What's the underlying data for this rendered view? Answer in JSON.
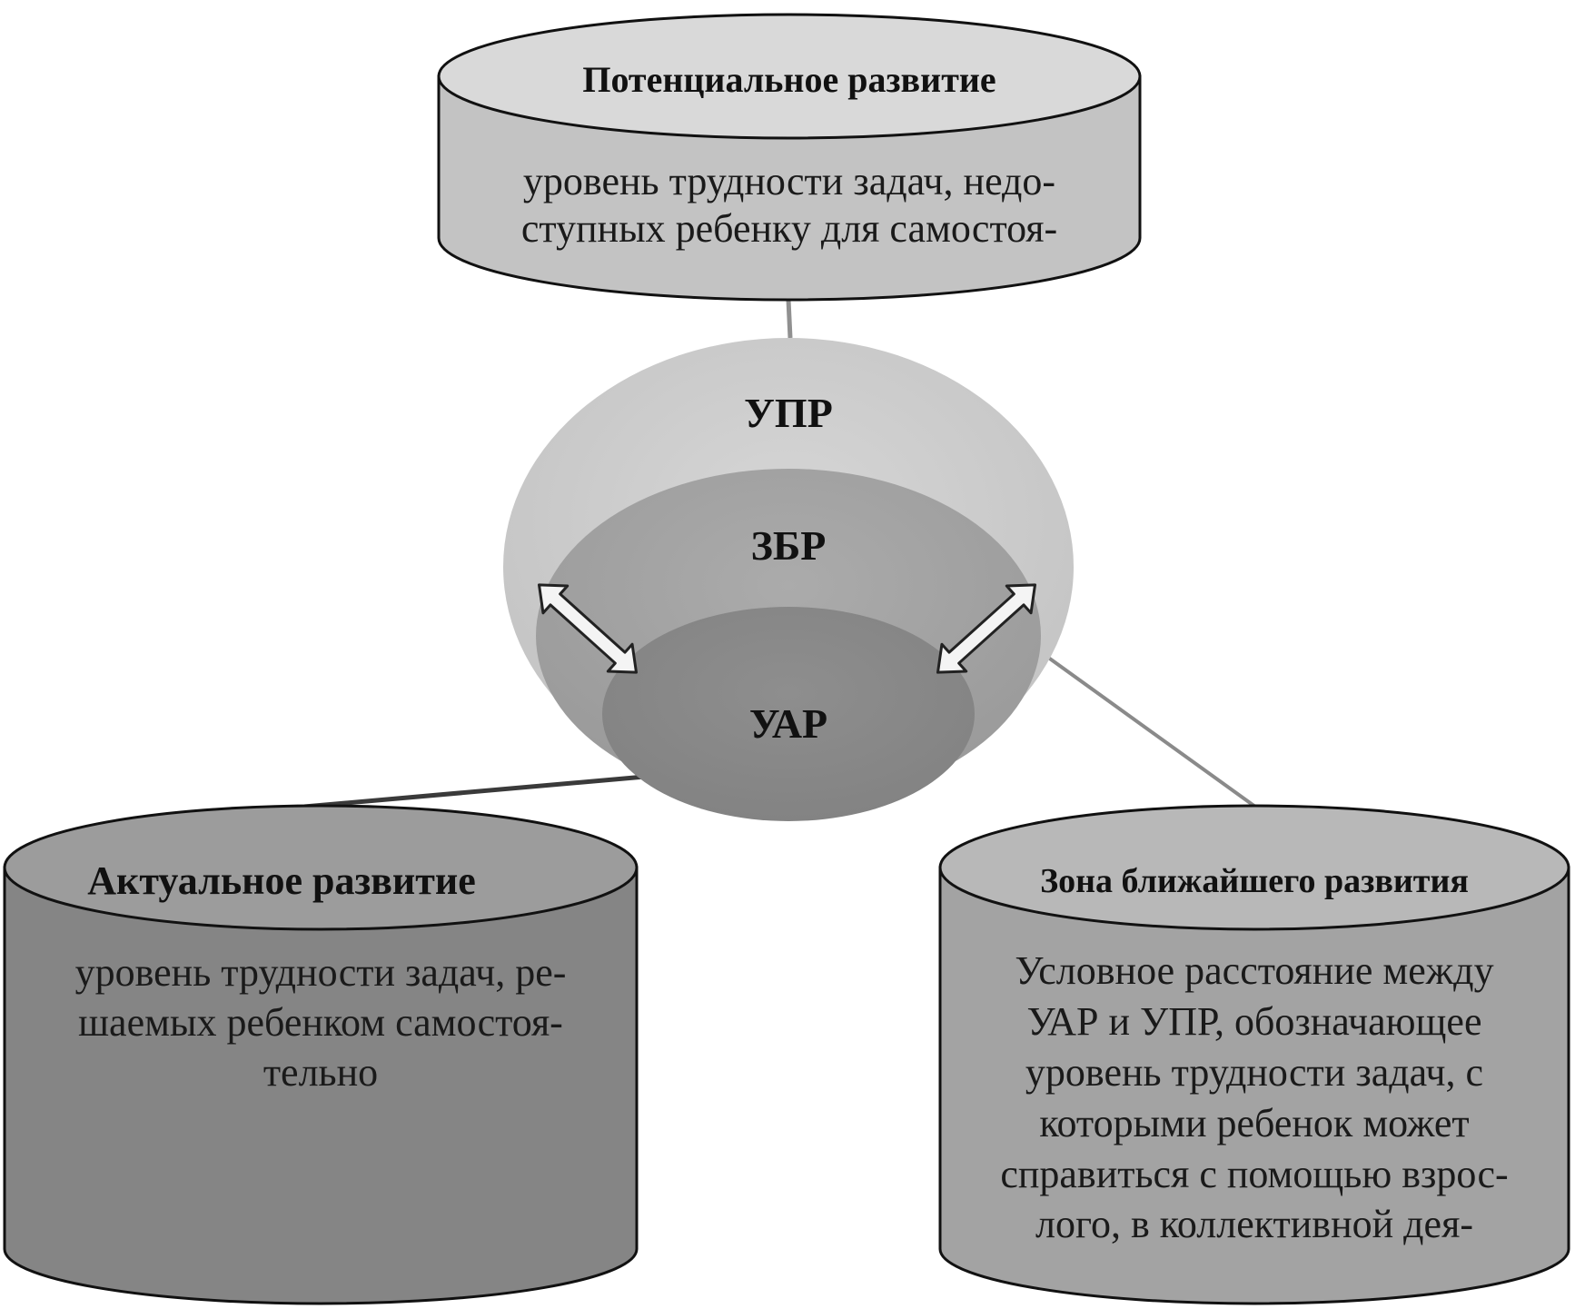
{
  "top_cylinder": {
    "title": "Потенциальное развитие",
    "lines": [
      "уровень трудности задач, недо-",
      "ступных ребенку для самостоя-"
    ]
  },
  "left_cylinder": {
    "title": "Актуальное развитие",
    "lines": [
      "уровень трудности задач, ре-",
      "шаемых ребенком самостоя-",
      "тельно"
    ]
  },
  "right_cylinder": {
    "title": "Зона ближайшего развития",
    "lines": [
      "Условное расстояние между",
      "УАР и УПР, обозначающее",
      "уровень трудности задач, с",
      "которыми ребенок может",
      "справиться с помощью взрос-",
      "лого, в коллективной дея-"
    ]
  },
  "circles": {
    "outer_label": "УПР",
    "middle_label": "ЗБР",
    "inner_label": "УАР"
  },
  "colors": {
    "top_cylinder": "#c8c8c8",
    "left_cylinder": "#858585",
    "right_cylinder": "#a3a3a3",
    "outer_circle": "#d0d0d0",
    "middle_circle": "#a6a6a6",
    "inner_circle": "#8a8a8a"
  }
}
